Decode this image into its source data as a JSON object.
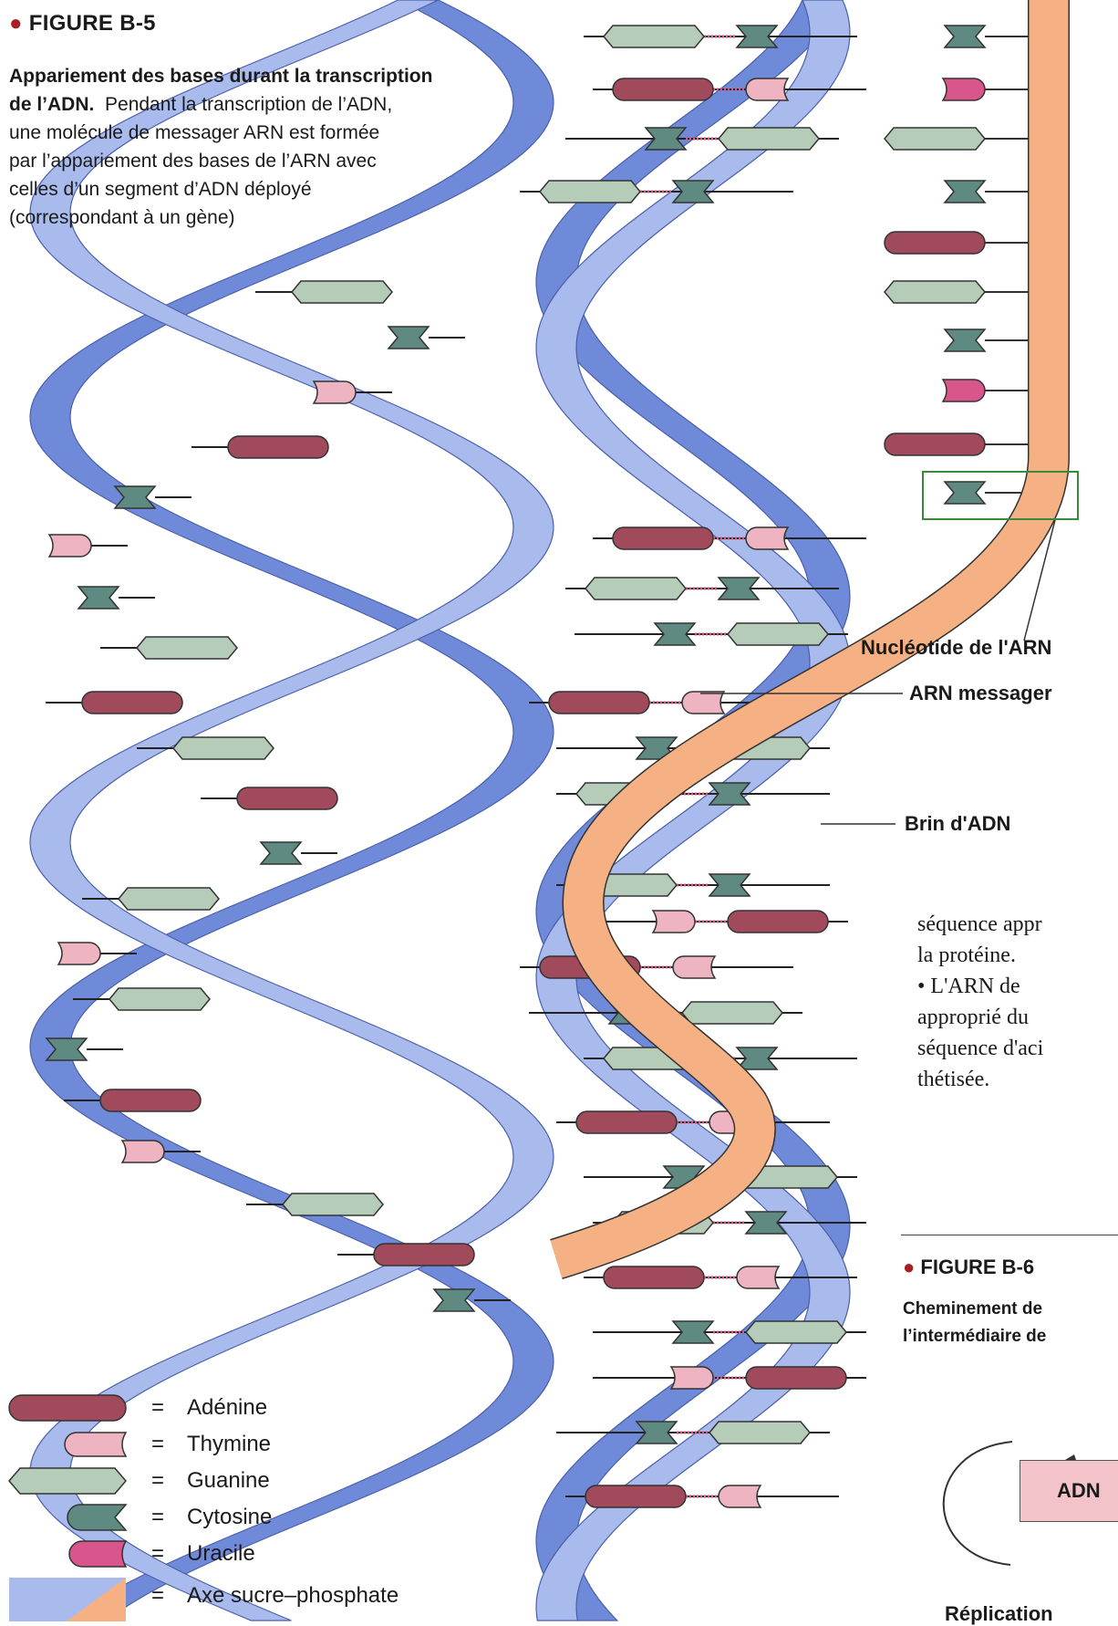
{
  "figure_b5": {
    "title": "FIGURE B-5",
    "caption_bold": "Appariement des bases durant la transcription de l’ADN.",
    "caption_text": "Pendant la transcription de l’ADN, une molécule de messager ARN est formée par l’appariement des bases de l’ARN avec celles d’un segment d’ADN déployé (correspondant à un gène)",
    "caption_lines": [
      "Appariement des bases durant la transcription",
      "de l’ADN.  Pendant la transcription de l’ADN,",
      "une molécule de messager ARN est formée",
      "par l’appariement des bases de l’ARN avec",
      "celles d’un segment d’ADN déployé",
      "(correspondant à un gène)"
    ]
  },
  "labels": {
    "rna_nucleotide": "Nucléotide de l'ARN",
    "mrna": "ARN messager",
    "dna_strand": "Brin d'ADN"
  },
  "legend": [
    {
      "name": "Adénine",
      "color": "#a04a5c"
    },
    {
      "name": "Thymine",
      "color": "#efb4c1"
    },
    {
      "name": "Guanine",
      "color": "#b5cdb8"
    },
    {
      "name": "Cytosine",
      "color": "#5e8a82"
    },
    {
      "name": "Uracile",
      "color": "#d9568c"
    },
    {
      "name": "Axe sucre–phosphate",
      "color": "#a9bbec"
    }
  ],
  "body_text": [
    "séquence appr",
    "la protéine.",
    "•    L'ARN  de",
    "approprié  du",
    "séquence d'aci",
    "thétisée."
  ],
  "figure_b6": {
    "title": "FIGURE B-6",
    "caption_lines": [
      "Cheminement de",
      "l’intermédiaire de"
    ],
    "box_label": "ADN",
    "footer_label": "Réplication"
  },
  "colors": {
    "backbone_light": "#a9bbec",
    "backbone_dark": "#6f8ad8",
    "mrna": "#f5b183",
    "mrna_dark": "#d58a6a",
    "accent_red": "#a81e22"
  }
}
